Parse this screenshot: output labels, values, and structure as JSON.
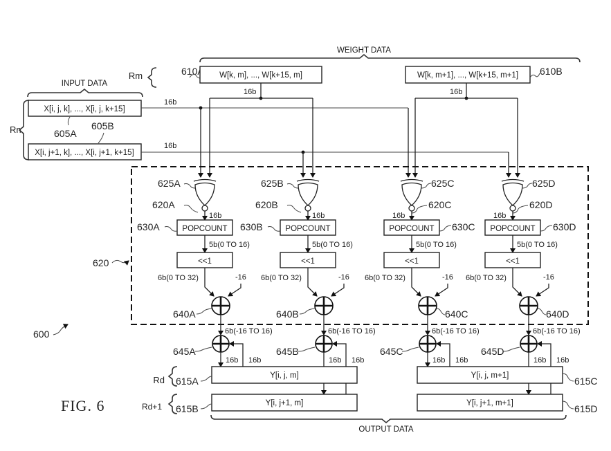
{
  "figure": {
    "caption": "FIG. 6",
    "ref_system": "600",
    "ref_dashed_block": "620"
  },
  "headers": {
    "weight_data": "WEIGHT DATA",
    "input_data": "INPUT DATA",
    "output_data": "OUTPUT DATA"
  },
  "registers": {
    "rm": "Rm",
    "rn": "Rn",
    "rd": "Rd",
    "rd1": "Rd+1"
  },
  "weights": [
    {
      "ref": "610A",
      "label": "W[k, m], ..., W[k+15, m]",
      "bus": "16b"
    },
    {
      "ref": "610B",
      "label": "W[k, m+1], ..., W[k+15, m+1]",
      "bus": "16b"
    }
  ],
  "inputs": [
    {
      "ref": "605A",
      "label": "X[i, j, k], ..., X[i, j, k+15]",
      "bus": "16b"
    },
    {
      "ref": "605B",
      "label": "X[i, j+1, k], ..., X[i, j+1, k+15]",
      "bus": "16b"
    }
  ],
  "lanes": [
    {
      "xnor_ref": "625A",
      "out_ref": "620A",
      "xnor_bus": "16b",
      "pop_ref": "630A",
      "pop_label": "POPCOUNT",
      "pop_bus": "5b(0 TO 16)",
      "shift_label": "<<1",
      "shift_bus": "6b(0 TO 32)",
      "const": "-16",
      "add_ref": "640A",
      "add_bus": "6b(-16 TO 16)",
      "acc_ref": "645A",
      "acc_out_bus": "16b",
      "acc_fb_bus": "16b"
    },
    {
      "xnor_ref": "625B",
      "out_ref": "620B",
      "xnor_bus": "16b",
      "pop_ref": "630B",
      "pop_label": "POPCOUNT",
      "pop_bus": "5b(0 TO 16)",
      "shift_label": "<<1",
      "shift_bus": "6b(0 TO 32)",
      "const": "-16",
      "add_ref": "640B",
      "add_bus": "6b(-16 TO 16)",
      "acc_ref": "645B",
      "acc_out_bus": "16b",
      "acc_fb_bus": "16b"
    },
    {
      "xnor_ref": "625C",
      "out_ref": "620C",
      "xnor_bus": "16b",
      "pop_ref": "630C",
      "pop_label": "POPCOUNT",
      "pop_bus": "5b(0 TO 16)",
      "shift_label": "<<1",
      "shift_bus": "6b(0 TO 32)",
      "const": "-16",
      "add_ref": "640C",
      "add_bus": "6b(-16 TO 16)",
      "acc_ref": "645C",
      "acc_out_bus": "16b",
      "acc_fb_bus": "16b"
    },
    {
      "xnor_ref": "625D",
      "out_ref": "620D",
      "xnor_bus": "16b",
      "pop_ref": "630D",
      "pop_label": "POPCOUNT",
      "pop_bus": "5b(0 TO 16)",
      "shift_label": "<<1",
      "shift_bus": "6b(0 TO 32)",
      "const": "-16",
      "add_ref": "640D",
      "add_bus": "6b(-16 TO 16)",
      "acc_ref": "645D",
      "acc_out_bus": "16b",
      "acc_fb_bus": "16b"
    }
  ],
  "outputs": [
    {
      "ref": "615A",
      "label": "Y[i, j, m]"
    },
    {
      "ref": "615B",
      "label": "Y[i, j+1, m]"
    },
    {
      "ref": "615C",
      "label": "Y[i, j, m+1]"
    },
    {
      "ref": "615D",
      "label": "Y[i, j+1, m+1]"
    }
  ]
}
